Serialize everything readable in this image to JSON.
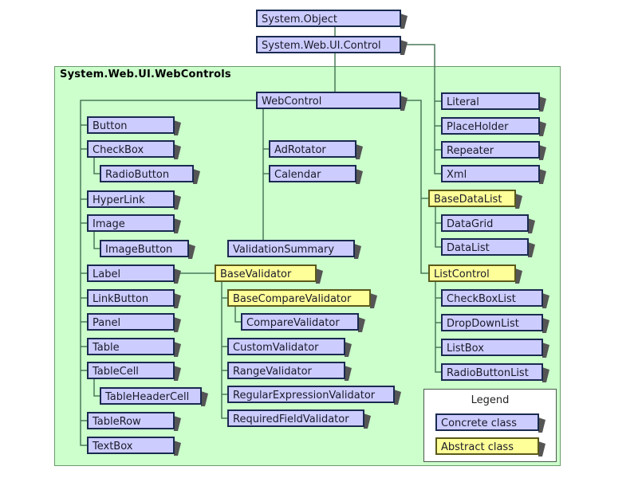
{
  "namespace_title": "System.Web.UI.WebControls",
  "legend": {
    "title": "Legend",
    "items": [
      {
        "label": "Concrete class",
        "kind": "concrete"
      },
      {
        "label": "Abstract class",
        "kind": "abstract"
      }
    ]
  },
  "colors": {
    "concrete_fill": "#ccccff",
    "abstract_fill": "#ffff99",
    "namespace_fill": "#ccffcc",
    "connector": "#4a7a5a"
  },
  "nodes": [
    {
      "id": "object",
      "label": "System.Object",
      "kind": "concrete"
    },
    {
      "id": "control",
      "label": "System.Web.UI.Control",
      "kind": "concrete",
      "parent": "object"
    },
    {
      "id": "webcontrol",
      "label": "WebControl",
      "kind": "concrete",
      "parent": "control"
    },
    {
      "id": "literal",
      "label": "Literal",
      "kind": "concrete",
      "parent": "control"
    },
    {
      "id": "placeholder",
      "label": "PlaceHolder",
      "kind": "concrete",
      "parent": "control"
    },
    {
      "id": "repeater",
      "label": "Repeater",
      "kind": "concrete",
      "parent": "control"
    },
    {
      "id": "xml",
      "label": "Xml",
      "kind": "concrete",
      "parent": "control"
    },
    {
      "id": "button",
      "label": "Button",
      "kind": "concrete",
      "parent": "webcontrol"
    },
    {
      "id": "checkbox",
      "label": "CheckBox",
      "kind": "concrete",
      "parent": "webcontrol"
    },
    {
      "id": "radiobutton",
      "label": "RadioButton",
      "kind": "concrete",
      "parent": "checkbox"
    },
    {
      "id": "hyperlink",
      "label": "HyperLink",
      "kind": "concrete",
      "parent": "webcontrol"
    },
    {
      "id": "image",
      "label": "Image",
      "kind": "concrete",
      "parent": "webcontrol"
    },
    {
      "id": "imagebutton",
      "label": "ImageButton",
      "kind": "concrete",
      "parent": "image"
    },
    {
      "id": "label",
      "label": "Label",
      "kind": "concrete",
      "parent": "webcontrol"
    },
    {
      "id": "linkbutton",
      "label": "LinkButton",
      "kind": "concrete",
      "parent": "webcontrol"
    },
    {
      "id": "panel",
      "label": "Panel",
      "kind": "concrete",
      "parent": "webcontrol"
    },
    {
      "id": "table",
      "label": "Table",
      "kind": "concrete",
      "parent": "webcontrol"
    },
    {
      "id": "tablecell",
      "label": "TableCell",
      "kind": "concrete",
      "parent": "webcontrol"
    },
    {
      "id": "tableheadercell",
      "label": "TableHeaderCell",
      "kind": "concrete",
      "parent": "tablecell"
    },
    {
      "id": "tablerow",
      "label": "TableRow",
      "kind": "concrete",
      "parent": "webcontrol"
    },
    {
      "id": "textbox",
      "label": "TextBox",
      "kind": "concrete",
      "parent": "webcontrol"
    },
    {
      "id": "adrotator",
      "label": "AdRotator",
      "kind": "concrete",
      "parent": "webcontrol"
    },
    {
      "id": "calendar",
      "label": "Calendar",
      "kind": "concrete",
      "parent": "webcontrol"
    },
    {
      "id": "validationsummary",
      "label": "ValidationSummary",
      "kind": "concrete",
      "parent": "webcontrol"
    },
    {
      "id": "basevalidator",
      "label": "BaseValidator",
      "kind": "abstract",
      "parent": "label"
    },
    {
      "id": "basecomparevalidator",
      "label": "BaseCompareValidator",
      "kind": "abstract",
      "parent": "basevalidator"
    },
    {
      "id": "comparevalidator",
      "label": "CompareValidator",
      "kind": "concrete",
      "parent": "basecomparevalidator"
    },
    {
      "id": "customvalidator",
      "label": "CustomValidator",
      "kind": "concrete",
      "parent": "basevalidator"
    },
    {
      "id": "rangevalidator",
      "label": "RangeValidator",
      "kind": "concrete",
      "parent": "basevalidator"
    },
    {
      "id": "regularexpressionvalidator",
      "label": "RegularExpressionValidator",
      "kind": "concrete",
      "parent": "basevalidator"
    },
    {
      "id": "requiredfieldvalidator",
      "label": "RequiredFieldValidator",
      "kind": "concrete",
      "parent": "basevalidator"
    },
    {
      "id": "basedatalist",
      "label": "BaseDataList",
      "kind": "abstract",
      "parent": "webcontrol"
    },
    {
      "id": "datagrid",
      "label": "DataGrid",
      "kind": "concrete",
      "parent": "basedatalist"
    },
    {
      "id": "datalist",
      "label": "DataList",
      "kind": "concrete",
      "parent": "basedatalist"
    },
    {
      "id": "listcontrol",
      "label": "ListControl",
      "kind": "abstract",
      "parent": "webcontrol"
    },
    {
      "id": "checkboxlist",
      "label": "CheckBoxList",
      "kind": "concrete",
      "parent": "listcontrol"
    },
    {
      "id": "dropdownlist",
      "label": "DropDownList",
      "kind": "concrete",
      "parent": "listcontrol"
    },
    {
      "id": "listbox",
      "label": "ListBox",
      "kind": "concrete",
      "parent": "listcontrol"
    },
    {
      "id": "radiobuttonlist",
      "label": "RadioButtonList",
      "kind": "concrete",
      "parent": "listcontrol"
    }
  ]
}
